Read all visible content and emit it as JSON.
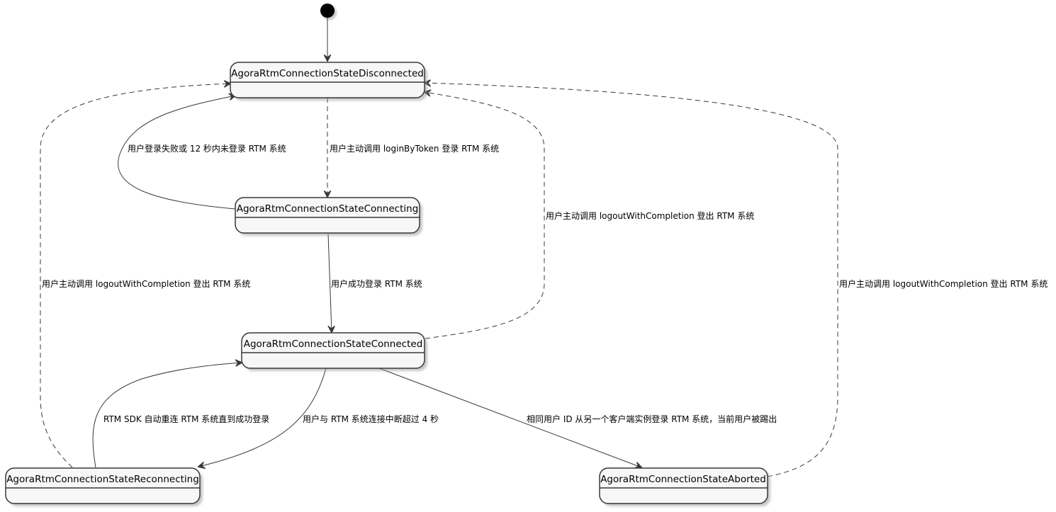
{
  "diagram": {
    "type": "state-machine",
    "initial_state_target": "disconnected",
    "states": {
      "disconnected": {
        "name": "AgoraRtmConnectionStateDisconnected"
      },
      "connecting": {
        "name": "AgoraRtmConnectionStateConnecting"
      },
      "connected": {
        "name": "AgoraRtmConnectionStateConnected"
      },
      "reconnecting": {
        "name": "AgoraRtmConnectionStateReconnecting"
      },
      "aborted": {
        "name": "AgoraRtmConnectionStateAborted"
      }
    },
    "transitions": [
      {
        "id": "t_login",
        "from": "disconnected",
        "to": "connecting",
        "style": "dashed",
        "label": "用户主动调用 loginByToken 登录 RTM 系统"
      },
      {
        "id": "t_login_fail",
        "from": "connecting",
        "to": "disconnected",
        "style": "solid",
        "label": "用户登录失败或 12 秒内未登录 RTM 系统"
      },
      {
        "id": "t_login_ok",
        "from": "connecting",
        "to": "connected",
        "style": "solid",
        "label": "用户成功登录 RTM 系统"
      },
      {
        "id": "t_logout_connected",
        "from": "connected",
        "to": "disconnected",
        "style": "dashed",
        "label": "用户主动调用 logoutWithCompletion 登出 RTM 系统"
      },
      {
        "id": "t_interrupt",
        "from": "connected",
        "to": "reconnecting",
        "style": "solid",
        "label": "用户与 RTM 系统连接中断超过 4 秒"
      },
      {
        "id": "t_reconnect",
        "from": "reconnecting",
        "to": "connected",
        "style": "solid",
        "label": "RTM SDK 自动重连 RTM 系统直到成功登录"
      },
      {
        "id": "t_logout_reconnecting",
        "from": "reconnecting",
        "to": "disconnected",
        "style": "dashed",
        "label": "用户主动调用 logoutWithCompletion 登出 RTM 系统"
      },
      {
        "id": "t_kicked",
        "from": "connected",
        "to": "aborted",
        "style": "solid",
        "label": "相同用户 ID 从另一个客户端实例登录 RTM 系统，当前用户被踢出"
      },
      {
        "id": "t_logout_aborted",
        "from": "aborted",
        "to": "disconnected",
        "style": "dashed",
        "label": "用户主动调用 logoutWithCompletion 登出 RTM 系统"
      }
    ]
  }
}
